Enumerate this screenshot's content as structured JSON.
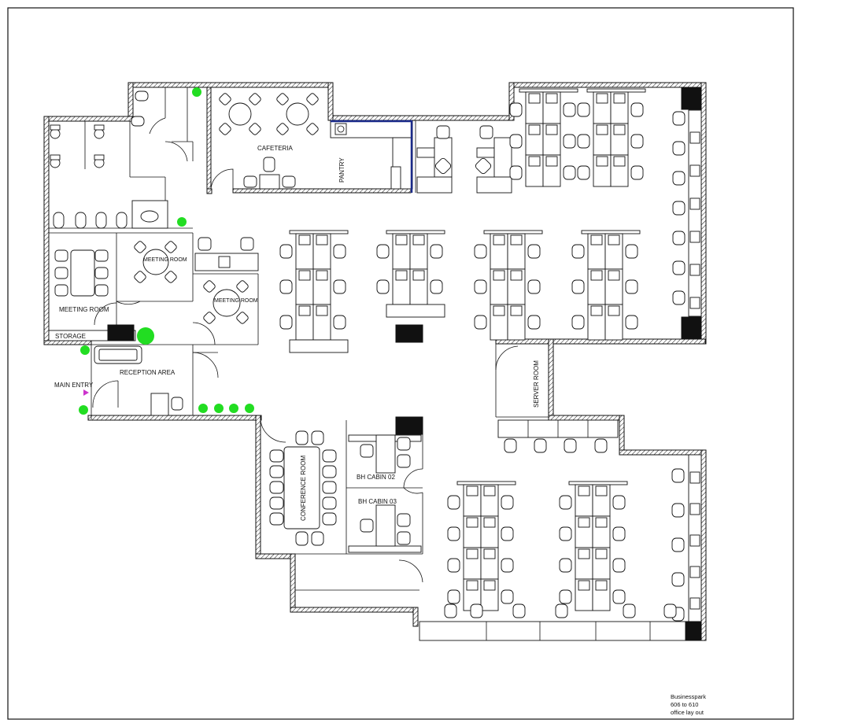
{
  "plan": {
    "rooms": {
      "cafeteria": "CAFETERIA",
      "pantry": "PANTRY",
      "meeting_room_main": "MEETING ROOM",
      "meeting_room_small_1": "MEETING ROOM",
      "meeting_room_small_2": "MEETING ROOM",
      "storage": "STORAGE",
      "reception": "RECEPTION AREA",
      "main_entry": "MAIN ENTRY",
      "server_room": "SERVER ROOM",
      "conference_room": "CONFERENCE ROOM",
      "bh_cabin_02": "BH CABIN 02",
      "bh_cabin_03": "BH CABIN 03"
    },
    "title_block": {
      "line1": "Businesspark",
      "line2": "606 to 610",
      "line3": "office lay out"
    },
    "colors": {
      "wall": "#111111",
      "plant": "#22dd22",
      "entry_marker": "#cc33cc",
      "pantry_wall": "#1a2a8a"
    }
  }
}
